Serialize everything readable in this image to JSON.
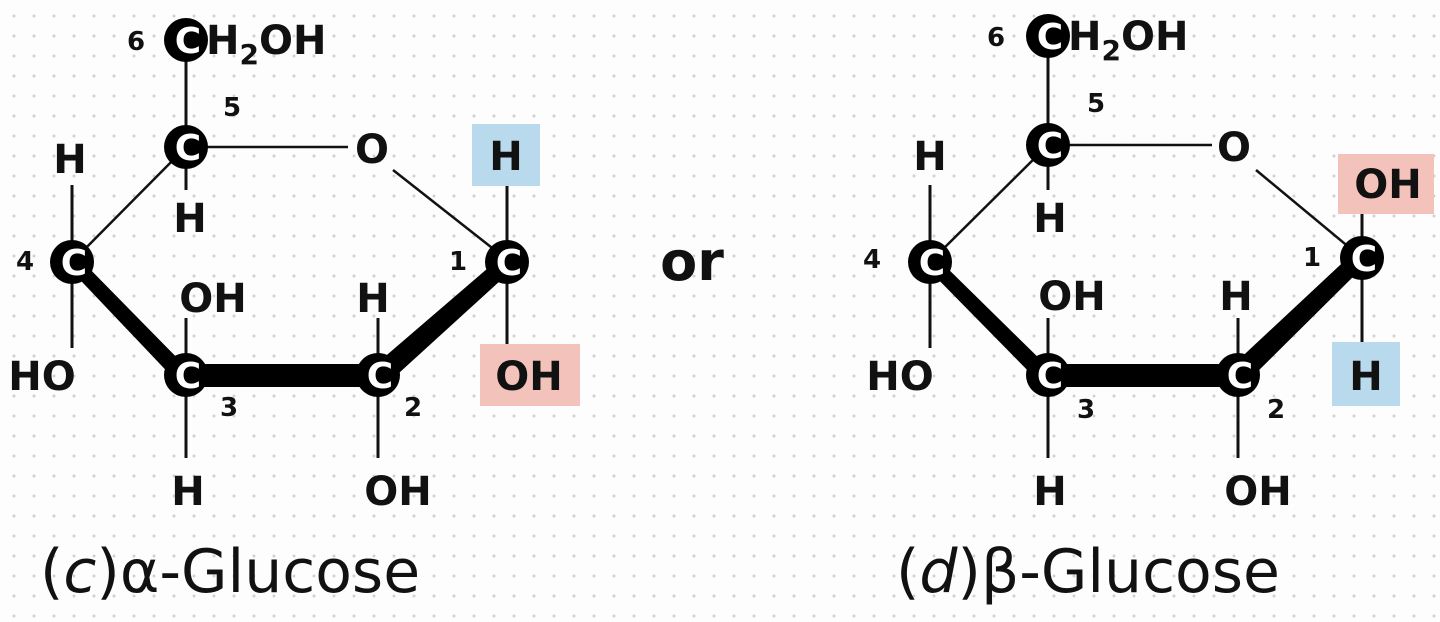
{
  "colors": {
    "h_highlight": "#b9d9ec",
    "oh_highlight": "#f3c2bb",
    "ink": "#111111"
  },
  "separator": "or",
  "alpha": {
    "caption": {
      "open": "(",
      "letter": "c",
      "close": ")",
      "name": "α-Glucose"
    },
    "carbons": {
      "c1": "C",
      "c2": "C",
      "c3": "C",
      "c4": "C",
      "c5": "C",
      "c6": "C"
    },
    "numbers": {
      "n1": "1",
      "n2": "2",
      "n3": "3",
      "n4": "4",
      "n5": "5",
      "n6": "6"
    },
    "c6_group": {
      "h": "H",
      "sub": "2",
      "oh": "OH"
    },
    "ring_oxygen": "O",
    "c5_h": "H",
    "c4_h": "H",
    "c4_oh": "HO",
    "c3_oh": "OH",
    "c3_h": "H",
    "c2_h": "H",
    "c2_oh": "OH",
    "c1_top": "H",
    "c1_bottom": "OH"
  },
  "beta": {
    "caption": {
      "open": "(",
      "letter": "d",
      "close": ")",
      "name": "β-Glucose"
    },
    "carbons": {
      "c1": "C",
      "c2": "C",
      "c3": "C",
      "c4": "C",
      "c5": "C",
      "c6": "C"
    },
    "numbers": {
      "n1": "1",
      "n2": "2",
      "n3": "3",
      "n4": "4",
      "n5": "5",
      "n6": "6"
    },
    "c6_group": {
      "h": "H",
      "sub": "2",
      "oh": "OH"
    },
    "ring_oxygen": "O",
    "c5_h": "H",
    "c4_h": "H",
    "c4_oh": "HO",
    "c3_oh": "OH",
    "c3_h": "H",
    "c2_h": "H",
    "c2_oh": "OH",
    "c1_top": "OH",
    "c1_bottom": "H"
  }
}
